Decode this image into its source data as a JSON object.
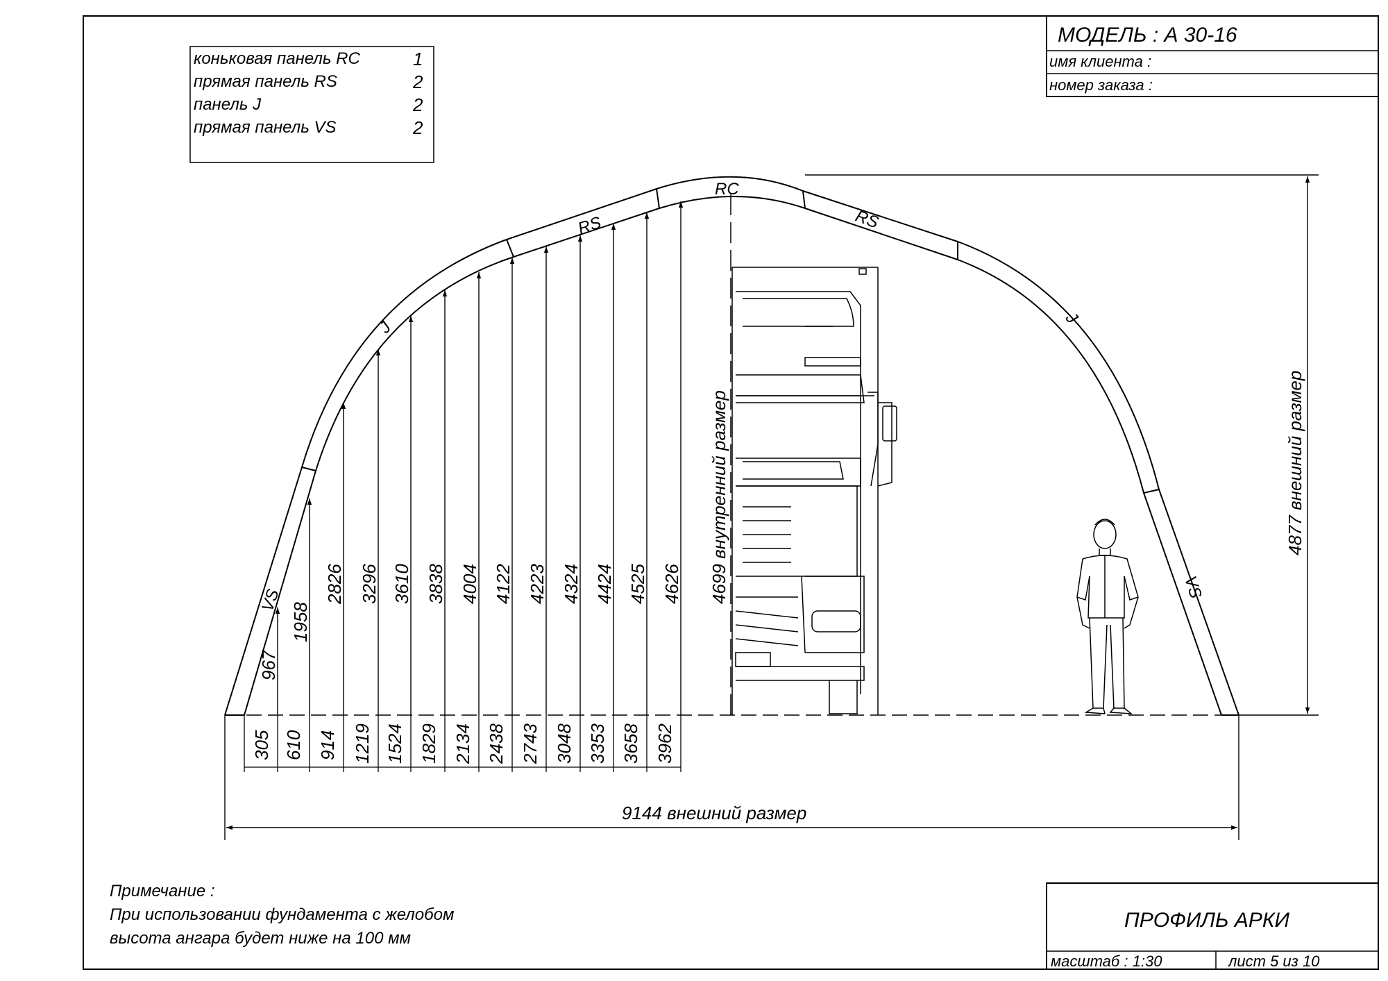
{
  "title_block": {
    "model_label": "МОДЕЛЬ : А 30-16",
    "client_label": "имя клиента :",
    "order_label": "номер заказа :"
  },
  "parts_table": [
    {
      "name": "коньковая панель  RC",
      "qty": "1"
    },
    {
      "name": "прямая панель  RS",
      "qty": "2"
    },
    {
      "name": "панель  J",
      "qty": "2"
    },
    {
      "name": "прямая панель  VS",
      "qty": "2"
    }
  ],
  "segment_labels": {
    "rc": "RC",
    "rs_left": "RS",
    "rs_right": "RS",
    "j_left": "J",
    "j_right": "J",
    "vs_left": "VS",
    "vs_right": "VS"
  },
  "offsets": [
    "305",
    "610",
    "914",
    "1219",
    "1524",
    "1829",
    "2134",
    "2438",
    "2743",
    "3048",
    "3353",
    "3658",
    "3962"
  ],
  "heights": [
    "967",
    "1958",
    "2826",
    "3296",
    "3610",
    "3838",
    "4004",
    "4122",
    "4223",
    "4324",
    "4424",
    "4525",
    "4626"
  ],
  "dimensions": {
    "inner_height": "4699  внутренний размер",
    "outer_height": "4877  внешний размер",
    "outer_width": "9144  внешний размер"
  },
  "note": {
    "title": "Примечание :",
    "line1": "При использовании фундамента с желобом",
    "line2": "высота ангара будет ниже на  100  мм"
  },
  "drawing_title": "ПРОФИЛЬ АРКИ",
  "scale_label": "масштаб : 1:30",
  "sheet_label": "лист  5  из  10"
}
